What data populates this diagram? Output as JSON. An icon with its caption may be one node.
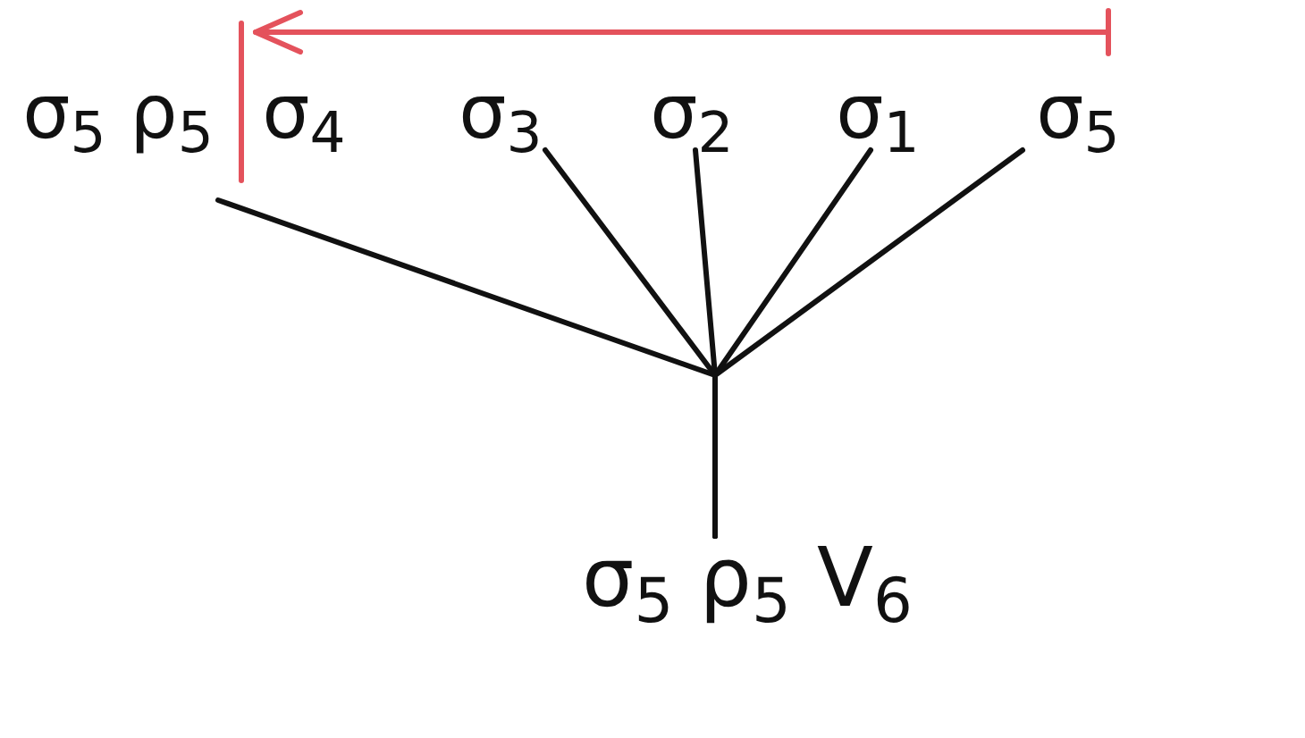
{
  "diagram": {
    "nodes": [
      {
        "text": [
          "σ$_{5}$ ρ$_{5}$"
        ]
      },
      {
        "text": [
          "σ$_{4}$"
        ]
      },
      {
        "text": [
          "σ$_{3}$"
        ]
      },
      {
        "text": [
          "σ$_{2}$"
        ]
      },
      {
        "text": [
          "σ$_{1}$"
        ]
      },
      {
        "text": [
          "σ$_{5}$"
        ]
      },
      {
        "text": [
          "σ$_{5}$ ρ$_{5}$ V$_{6}$"
        ]
      }
    ],
    "edges": [
      {
        "from": 0,
        "to": 6,
        "arrow": "none"
      },
      {
        "from": 2,
        "to": 6,
        "arrow": "none"
      },
      {
        "from": 3,
        "to": 6,
        "arrow": "none"
      },
      {
        "from": 4,
        "to": 6,
        "arrow": "none"
      },
      {
        "from": 5,
        "to": 6,
        "arrow": "none"
      }
    ]
  }
}
